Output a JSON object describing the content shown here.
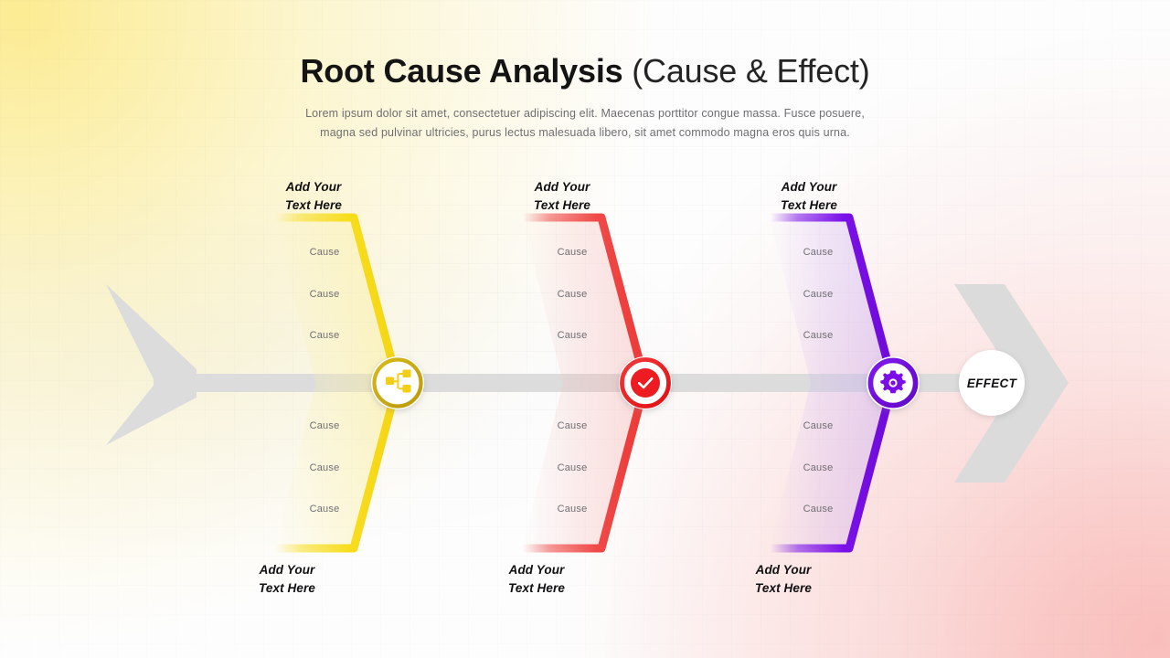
{
  "header": {
    "title_bold": "Root Cause Analysis",
    "title_light": "(Cause & Effect)",
    "subtitle_line1": "Lorem ipsum dolor sit amet, consectetuer adipiscing elit. Maecenas porttitor congue massa. Fusce posuere,",
    "subtitle_line2": "magna sed pulvinar ultricies, purus lectus malesuada libero, sit amet commodo magna eros quis urna."
  },
  "diagram": {
    "effect_label": "EFFECT",
    "spine_color": "#dcdcdc",
    "tail_color": "#dcdcdc",
    "arrowhead_color": "#dbdbdb",
    "branches": [
      {
        "id": "yellow",
        "color": "#f7dd1e",
        "ring_color": "#c9a814",
        "icon": "sitemap-icon",
        "top_label_line1": "Add Your",
        "top_label_line2": "Text Here",
        "bottom_label_line1": "Add Your",
        "bottom_label_line2": "Text Here",
        "top_causes": [
          "Cause",
          "Cause",
          "Cause"
        ],
        "bottom_causes": [
          "Cause",
          "Cause",
          "Cause"
        ]
      },
      {
        "id": "red",
        "color": "#ef4a48",
        "ring_color": "#ec2024",
        "icon": "check-circle-icon",
        "top_label_line1": "Add Your",
        "top_label_line2": "Text Here",
        "bottom_label_line1": "Add Your",
        "bottom_label_line2": "Text Here",
        "top_causes": [
          "Cause",
          "Cause",
          "Cause"
        ],
        "bottom_causes": [
          "Cause",
          "Cause",
          "Cause"
        ]
      },
      {
        "id": "purple",
        "color": "#7a10e8",
        "ring_color": "#6a0fd2",
        "icon": "gear-icon",
        "top_label_line1": "Add Your",
        "top_label_line2": "Text Here",
        "bottom_label_line1": "Add Your",
        "bottom_label_line2": "Text Here",
        "top_causes": [
          "Cause",
          "Cause",
          "Cause"
        ],
        "bottom_causes": [
          "Cause",
          "Cause",
          "Cause"
        ]
      }
    ]
  },
  "background": {
    "glow_top_left": "#fadd3c",
    "glow_bottom_right": "#f68782"
  }
}
